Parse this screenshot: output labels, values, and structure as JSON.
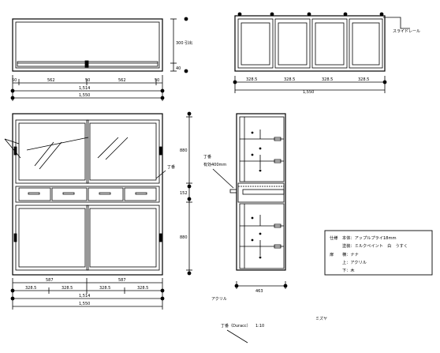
{
  "top_view": {
    "dims": [
      "50",
      "562",
      "50",
      "562",
      "50"
    ],
    "total_inner": "1,514",
    "total": "1,550",
    "side_dims": [
      "300",
      "40"
    ],
    "side_label": "引出"
  },
  "rear_view": {
    "slide_rail_label": "スライドレール",
    "dims": [
      "328.5",
      "328.5",
      "328.5",
      "328.5"
    ],
    "total": "1,550"
  },
  "front_view": {
    "top_dims": [
      "587",
      "587"
    ],
    "bottom_dims": [
      "328.5",
      "328.5",
      "328.5",
      "328.5"
    ],
    "total_inner": "1,514",
    "total": "1,550",
    "hinge_label": "丁番",
    "height_dims": [
      "880",
      "152",
      "880"
    ]
  },
  "side_view": {
    "hinge_label": "丁番",
    "hinge_note": "有効400mm",
    "depth": "463",
    "acrylic_label": "アクリル"
  },
  "spec": {
    "rows": [
      {
        "key": "仕様",
        "value": "本体：アップルプライ18mm"
      },
      {
        "key": "",
        "value": "塗装：ミルクペイント　白　うすく"
      },
      {
        "key": "扉",
        "value": "横：ナナ"
      },
      {
        "key": "",
        "value": "上：アクリル"
      },
      {
        "key": "",
        "value": "下：木"
      }
    ]
  },
  "footer": {
    "scale_label": "丁番（Duracc）",
    "scale": "1:10",
    "drawn_by": "ミズヤ"
  }
}
